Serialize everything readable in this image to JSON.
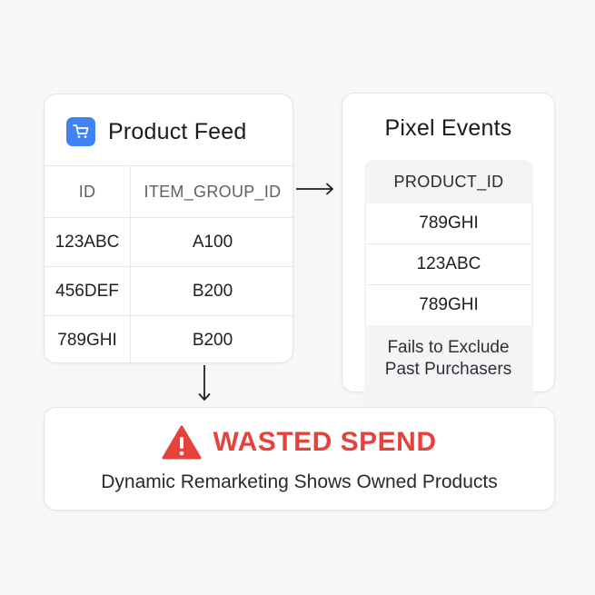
{
  "product_feed": {
    "title": "Product Feed",
    "icon": "cart-icon",
    "headers": [
      "ID",
      "ITEM_GROUP_ID"
    ],
    "rows": [
      [
        "123ABC",
        "A100"
      ],
      [
        "456DEF",
        "B200"
      ],
      [
        "789GHI",
        "B200"
      ]
    ]
  },
  "pixel_events": {
    "title": "Pixel Events",
    "header": "PRODUCT_ID",
    "rows": [
      "789GHI",
      "123ABC",
      "789GHI"
    ],
    "note_line1": "Fails to Exclude",
    "note_line2": "Past Purchasers"
  },
  "result": {
    "icon": "warning-icon",
    "title": "WASTED SPEND",
    "subtitle": "Dynamic Remarketing Shows Owned Products"
  },
  "colors": {
    "accent_blue": "#3f82f5",
    "warning_red": "#e5423b"
  }
}
